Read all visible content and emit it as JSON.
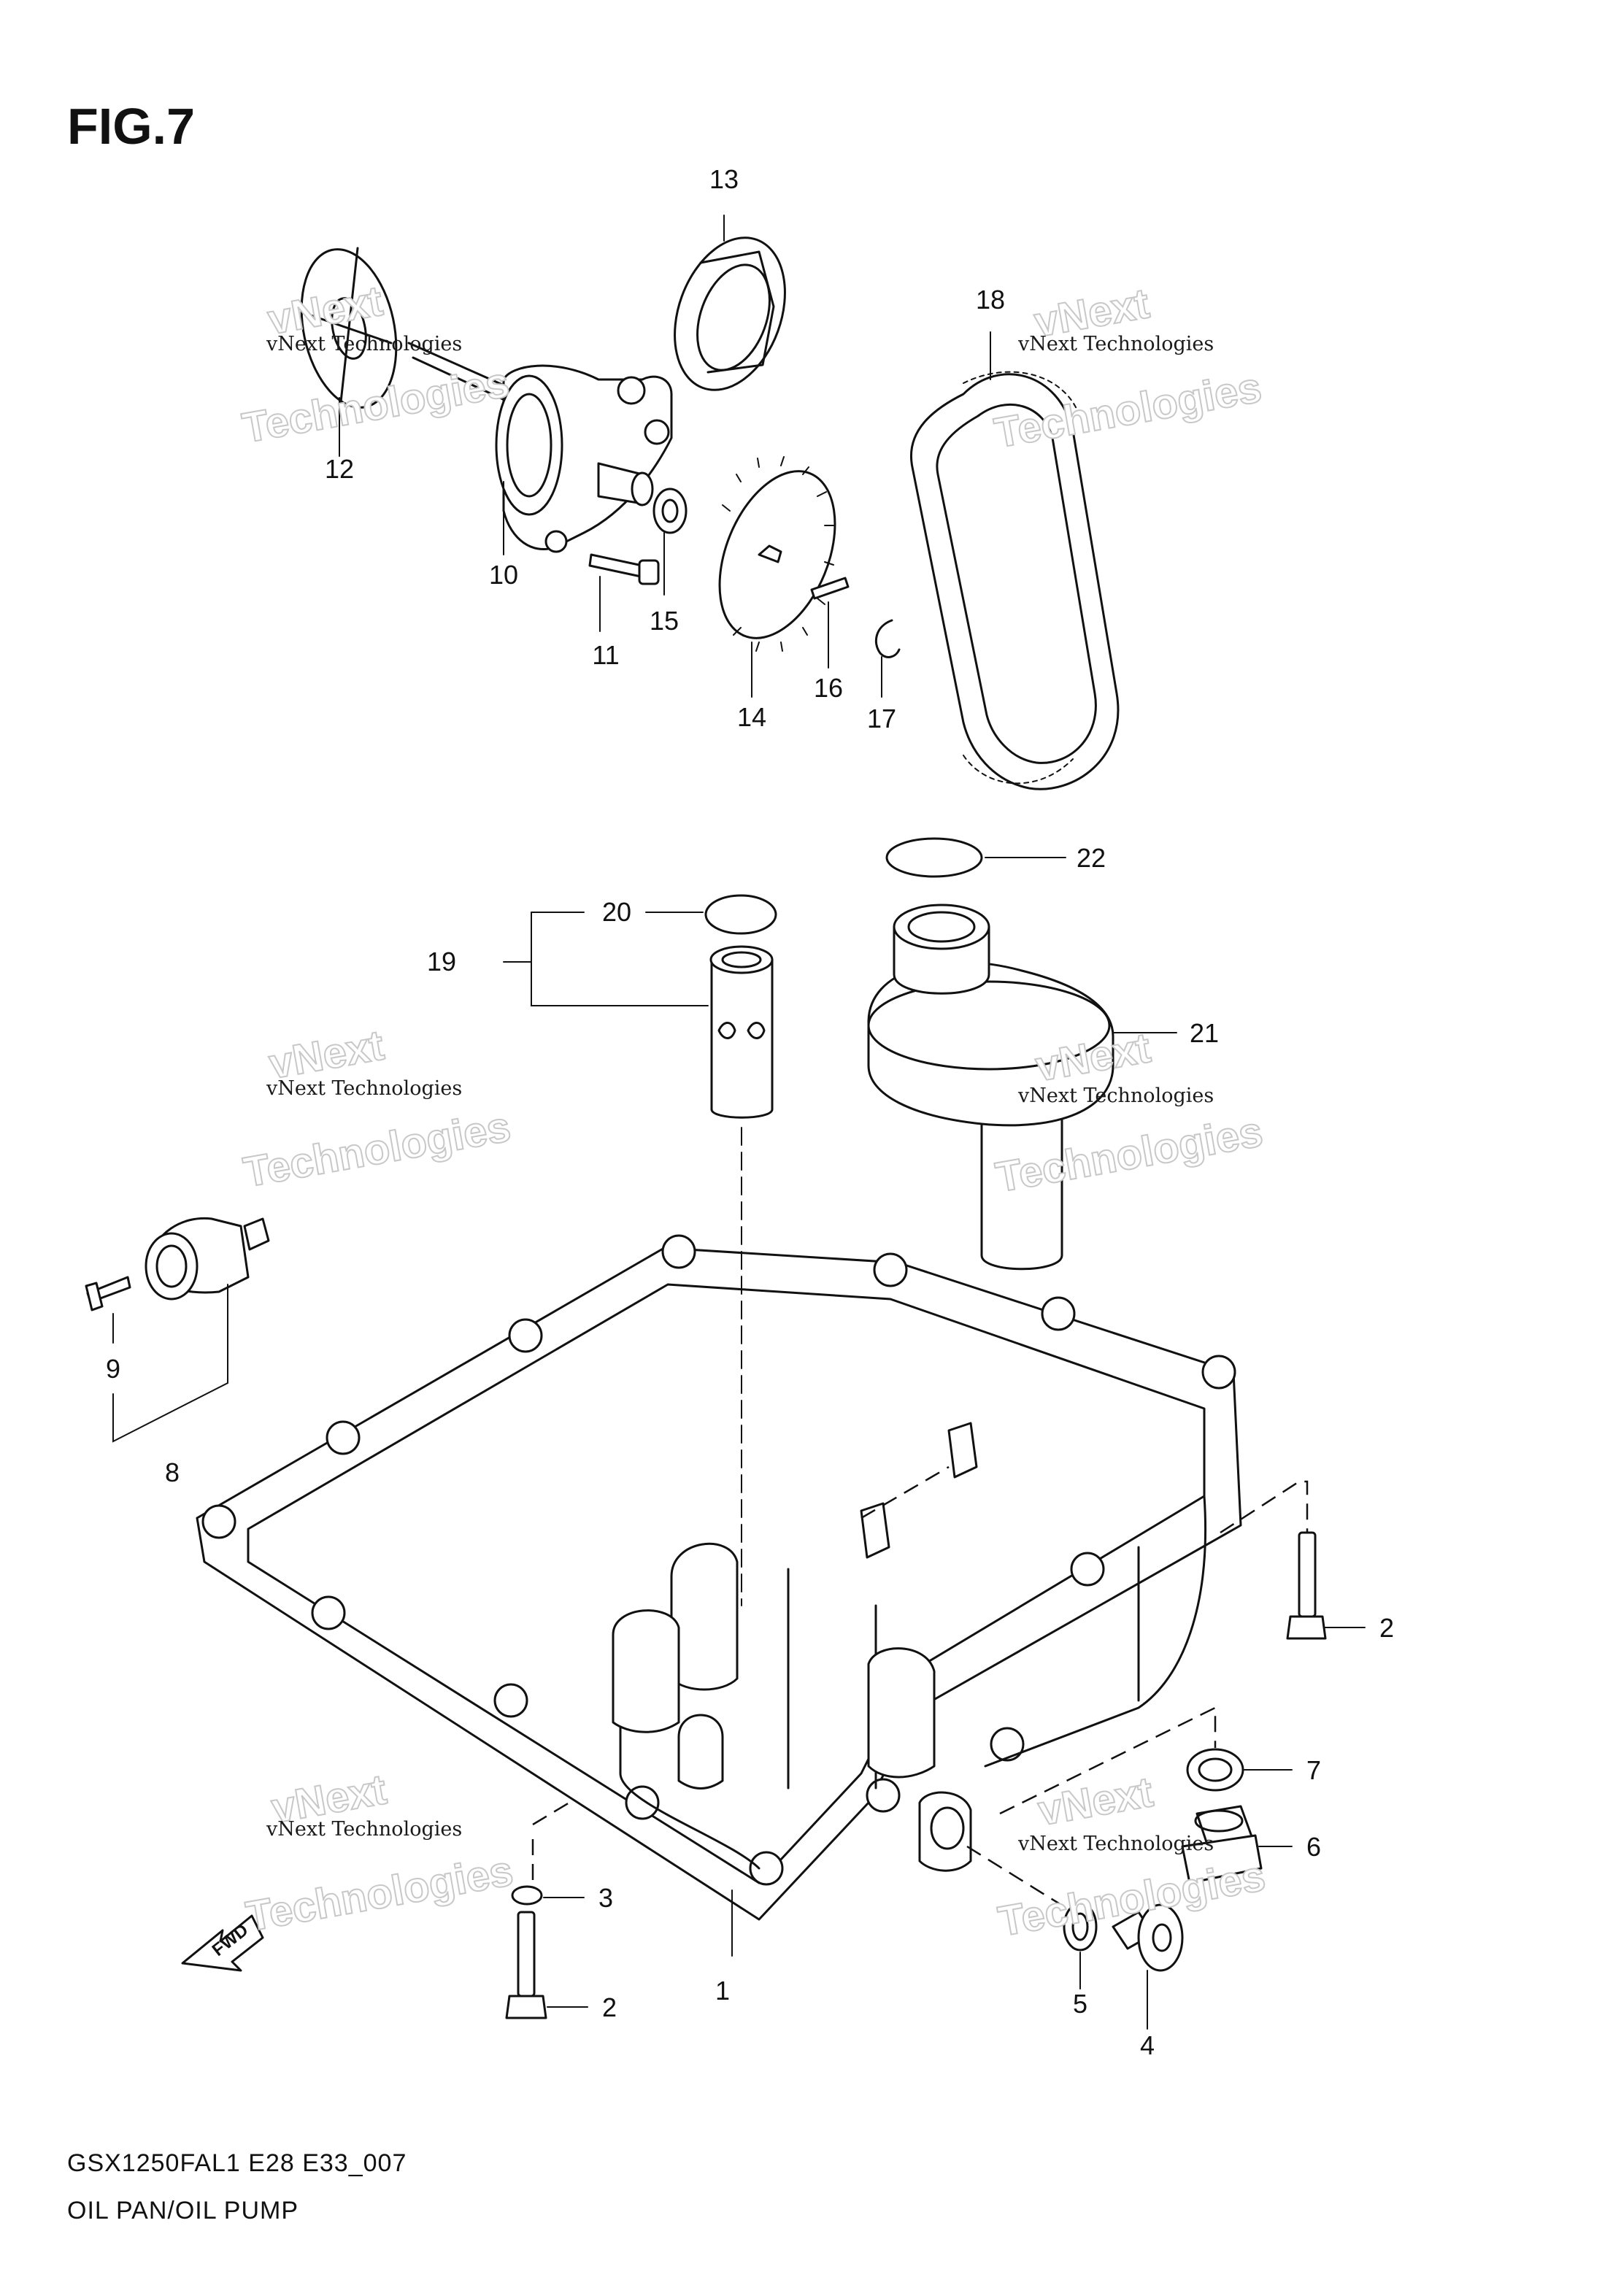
{
  "figure_label": "FIG.7",
  "footer": {
    "model_code": "GSX1250FAL1 E28 E33_007",
    "section_title": "OIL PAN/OIL PUMP"
  },
  "watermark": {
    "line1": "vNext Technologies",
    "line2": "vNext",
    "line3": "Technologies"
  },
  "fwd_label": "FWD",
  "callouts": [
    "1",
    "2",
    "2",
    "3",
    "4",
    "5",
    "6",
    "7",
    "8",
    "9",
    "10",
    "11",
    "12",
    "13",
    "14",
    "15",
    "16",
    "17",
    "18",
    "19",
    "20",
    "21",
    "22"
  ]
}
